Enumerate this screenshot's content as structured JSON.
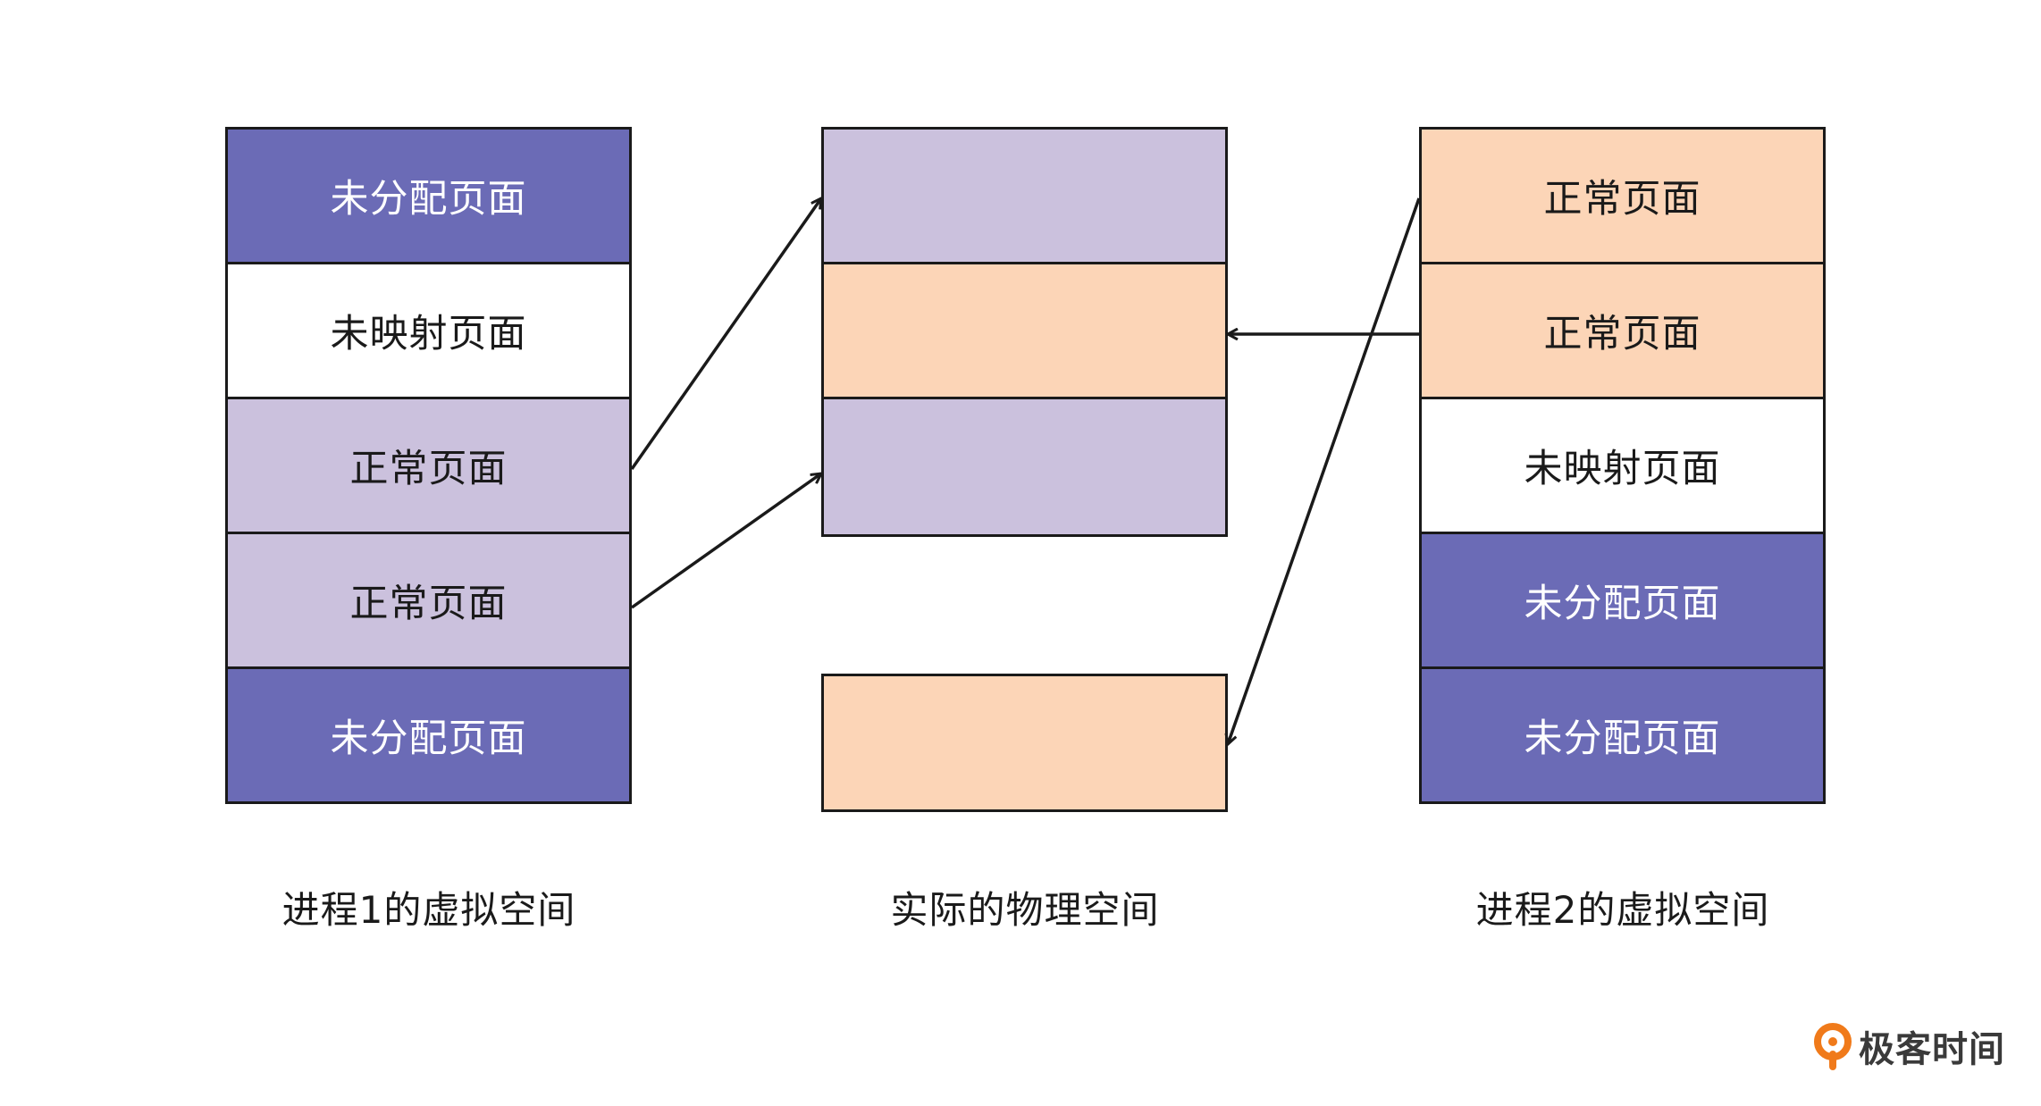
{
  "process1": {
    "caption": "进程1的虚拟空间",
    "pages": [
      {
        "label": "未分配页面",
        "kind": "unalloc"
      },
      {
        "label": "未映射页面",
        "kind": "unmapped"
      },
      {
        "label": "正常页面",
        "kind": "normal-purple"
      },
      {
        "label": "正常页面",
        "kind": "normal-purple"
      },
      {
        "label": "未分配页面",
        "kind": "unalloc"
      }
    ]
  },
  "physical": {
    "caption": "实际的物理空间",
    "blocks": [
      {
        "color": "#cbc1dd"
      },
      {
        "color": "#fcd5b7"
      },
      {
        "color": "#cbc1dd"
      },
      {
        "color": "#fcd5b7"
      }
    ]
  },
  "process2": {
    "caption": "进程2的虚拟空间",
    "pages": [
      {
        "label": "正常页面",
        "kind": "normal-peach"
      },
      {
        "label": "正常页面",
        "kind": "normal-peach"
      },
      {
        "label": "未映射页面",
        "kind": "unmapped"
      },
      {
        "label": "未分配页面",
        "kind": "unalloc"
      },
      {
        "label": "未分配页面",
        "kind": "unalloc"
      }
    ]
  },
  "colors": {
    "unallocated": "#6b6bb6",
    "process1_normal": "#cbc1dd",
    "process2_normal": "#fcd5b7",
    "border": "#1a1a1a"
  },
  "brand": {
    "name": "极客时间",
    "icon": "geektime-logo-icon"
  }
}
